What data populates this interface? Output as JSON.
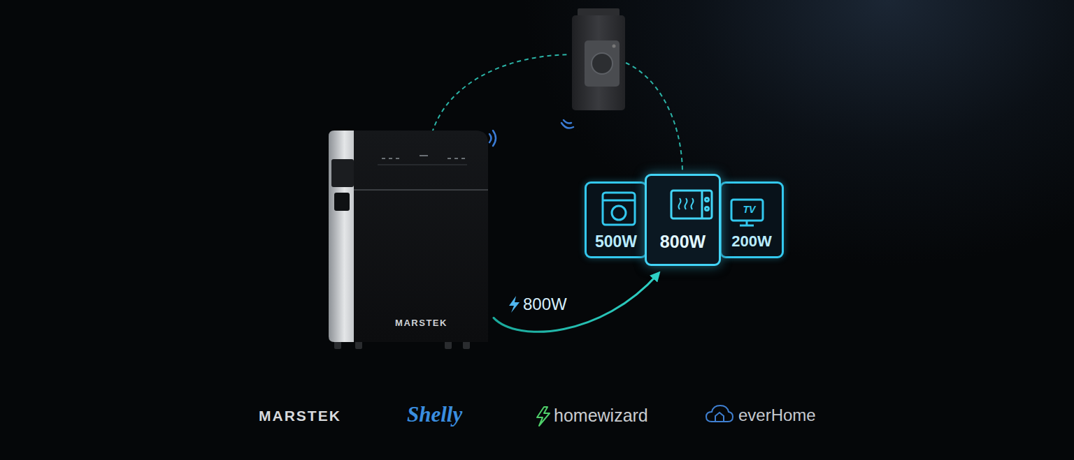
{
  "diagram": {
    "nodes": [
      {
        "text": [
          "MARSTEK"
        ]
      },
      {
        "text": [
          "500W"
        ]
      },
      {
        "text": [
          "800W"
        ]
      },
      {
        "text": [
          "TV",
          "200W"
        ]
      }
    ],
    "edges": [
      {
        "from": 0,
        "to": 2,
        "label": "800W",
        "arrow": "to"
      }
    ],
    "labels": [
      "MARSTEK",
      "Shelly",
      "homewizard",
      "everHome"
    ]
  }
}
